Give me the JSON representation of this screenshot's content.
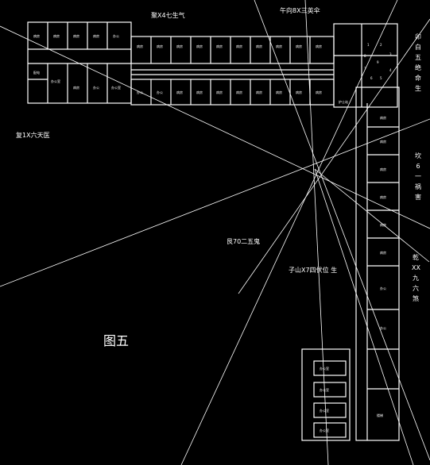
{
  "figure": {
    "caption": "图五",
    "labels": {
      "top_left": "聚X4七生气",
      "top_right": "午向8X三英伞",
      "left": "复1X六天医",
      "center": "艮70二五鬼",
      "center_lower": "子山X7四伏位 生",
      "right_top": "卯白五绝命生",
      "right_middle": "坎6一祸害",
      "right_bottom": "乾XX九六煞"
    },
    "rooms": {
      "small_a": "病房",
      "small_b": "办公",
      "small_c": "配电",
      "nurse": "护士站",
      "stair": "楼梯",
      "office_row": "办公室"
    },
    "compass_numbers": [
      "1",
      "2",
      "3",
      "4",
      "5",
      "6",
      "7",
      "8",
      "9"
    ]
  }
}
